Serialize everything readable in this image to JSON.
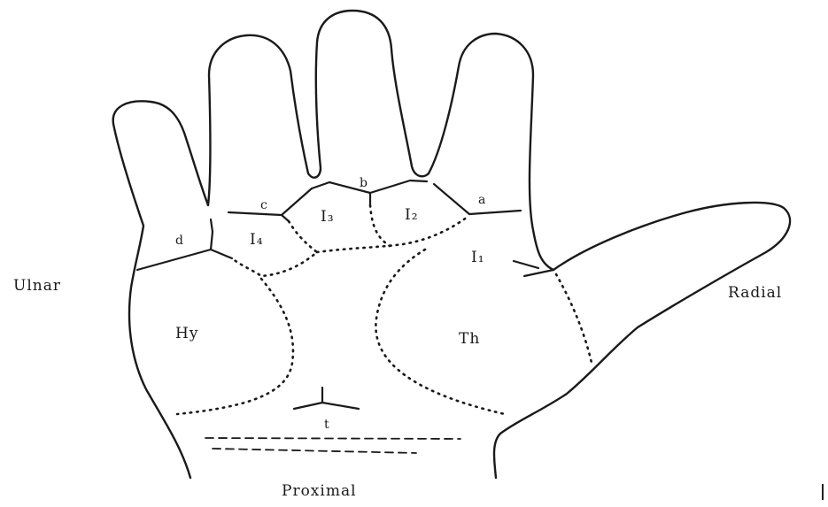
{
  "labels": {
    "ulnar": "Ulnar",
    "radial": "Radial",
    "proximal": "Proximal",
    "triradius_a": "a",
    "triradius_b": "b",
    "triradius_c": "c",
    "triradius_d": "d",
    "triradius_t": "t",
    "interdigital_1": "I₁",
    "interdigital_2": "I₂",
    "interdigital_3": "I₃",
    "interdigital_4": "I₄",
    "hypothenar": "Hy",
    "thenar": "Th"
  },
  "colors": {
    "ink": "#1a1a1a",
    "background": "#ffffff"
  }
}
